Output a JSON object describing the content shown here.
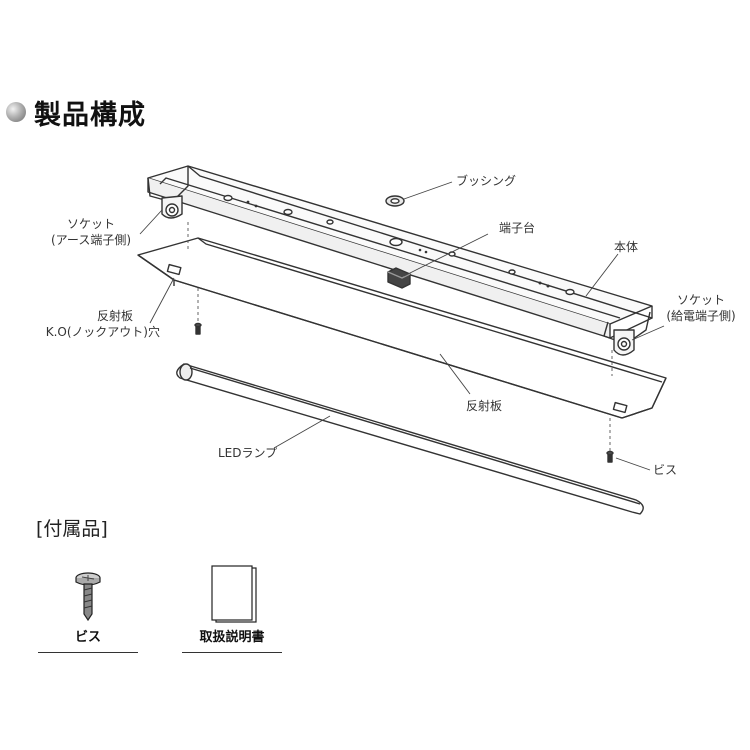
{
  "section": {
    "title": "製品構成"
  },
  "labels": {
    "bushing": "ブッシング",
    "socket_earth_line1": "ソケット",
    "socket_earth_line2": "(アース端子側)",
    "terminal_block": "端子台",
    "main_body": "本体",
    "socket_power_line1": "ソケット",
    "socket_power_line2": "(給電端子側)",
    "reflector_ko_line1": "反射板",
    "reflector_ko_line2": "K.O(ノックアウト)穴",
    "reflector": "反射板",
    "led_lamp": "LEDランプ",
    "screw": "ビス"
  },
  "accessories": {
    "title": "[付属品]",
    "items": [
      {
        "label": "ビス"
      },
      {
        "label": "取扱説明書"
      }
    ]
  }
}
